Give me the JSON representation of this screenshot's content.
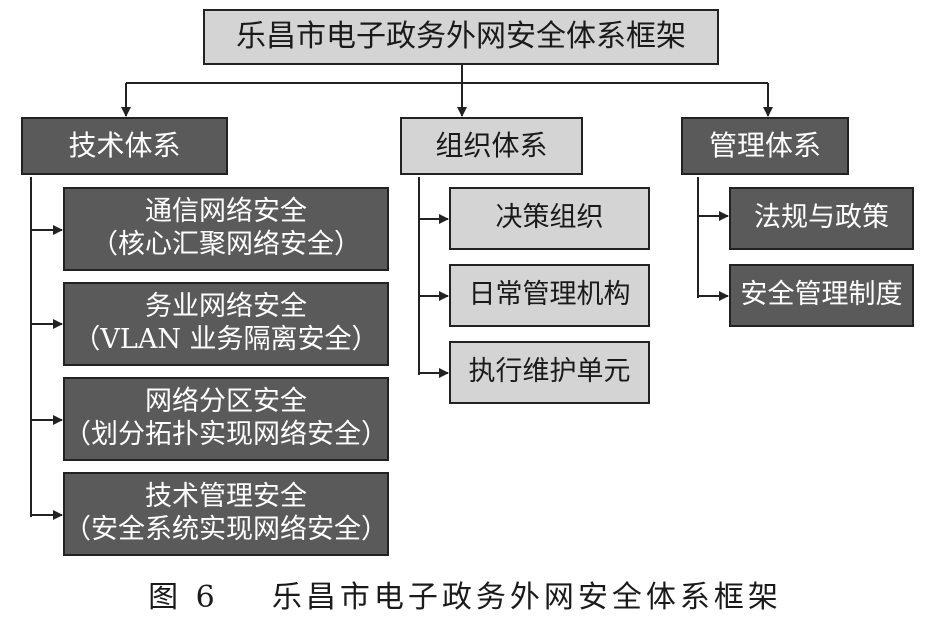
{
  "root": {
    "label": "乐昌市电子政务外网安全体系框架"
  },
  "categories": [
    {
      "label": "技术体系",
      "items": [
        {
          "line1": "通信网络安全",
          "line2": "（核心汇聚网络安全）"
        },
        {
          "line1": "务业网络安全",
          "line2": "（VLAN 业务隔离安全）"
        },
        {
          "line1": "网络分区安全",
          "line2": "（划分拓扑实现网络安全）"
        },
        {
          "line1": "技术管理安全",
          "line2": "（安全系统实现网络安全）"
        }
      ]
    },
    {
      "label": "组织体系",
      "items": [
        {
          "line1": "决策组织"
        },
        {
          "line1": "日常管理机构"
        },
        {
          "line1": "执行维护单元"
        }
      ]
    },
    {
      "label": "管理体系",
      "items": [
        {
          "line1": "法规与政策"
        },
        {
          "line1": "安全管理制度"
        }
      ]
    }
  ],
  "caption": {
    "number": "图 6",
    "title": "乐昌市电子政务外网安全体系框架"
  },
  "colors": {
    "dark_box": "#5a5a5a",
    "light_box": "#d4d4d4",
    "line": "#222222"
  }
}
